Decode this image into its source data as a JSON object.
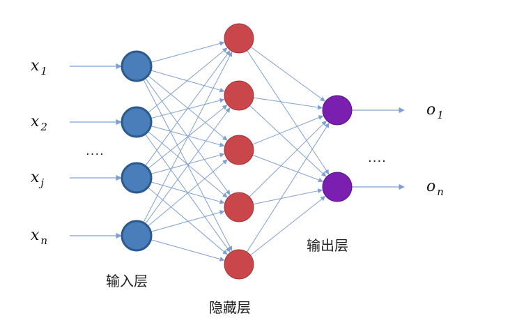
{
  "colors": {
    "input_node": "#4a7ebb",
    "input_stroke": "#2c5a8c",
    "hidden_node": "#c9474a",
    "hidden_stroke": "#a33236",
    "output_node": "#7a1fb0",
    "output_stroke": "#561287",
    "edge": "#7f9fd0"
  },
  "inputs": [
    {
      "var": "x",
      "sub": "1"
    },
    {
      "var": "x",
      "sub": "2"
    },
    {
      "var": "x",
      "sub": "j"
    },
    {
      "var": "x",
      "sub": "n"
    }
  ],
  "outputs": [
    {
      "var": "o",
      "sub": "1"
    },
    {
      "var": "o",
      "sub": "n"
    }
  ],
  "hidden_node_count": 5,
  "layers": {
    "input_label": "输入层",
    "hidden_label": "隐藏层",
    "output_label": "输出层"
  },
  "ellipsis": {
    "input": "....",
    "output": "...."
  }
}
